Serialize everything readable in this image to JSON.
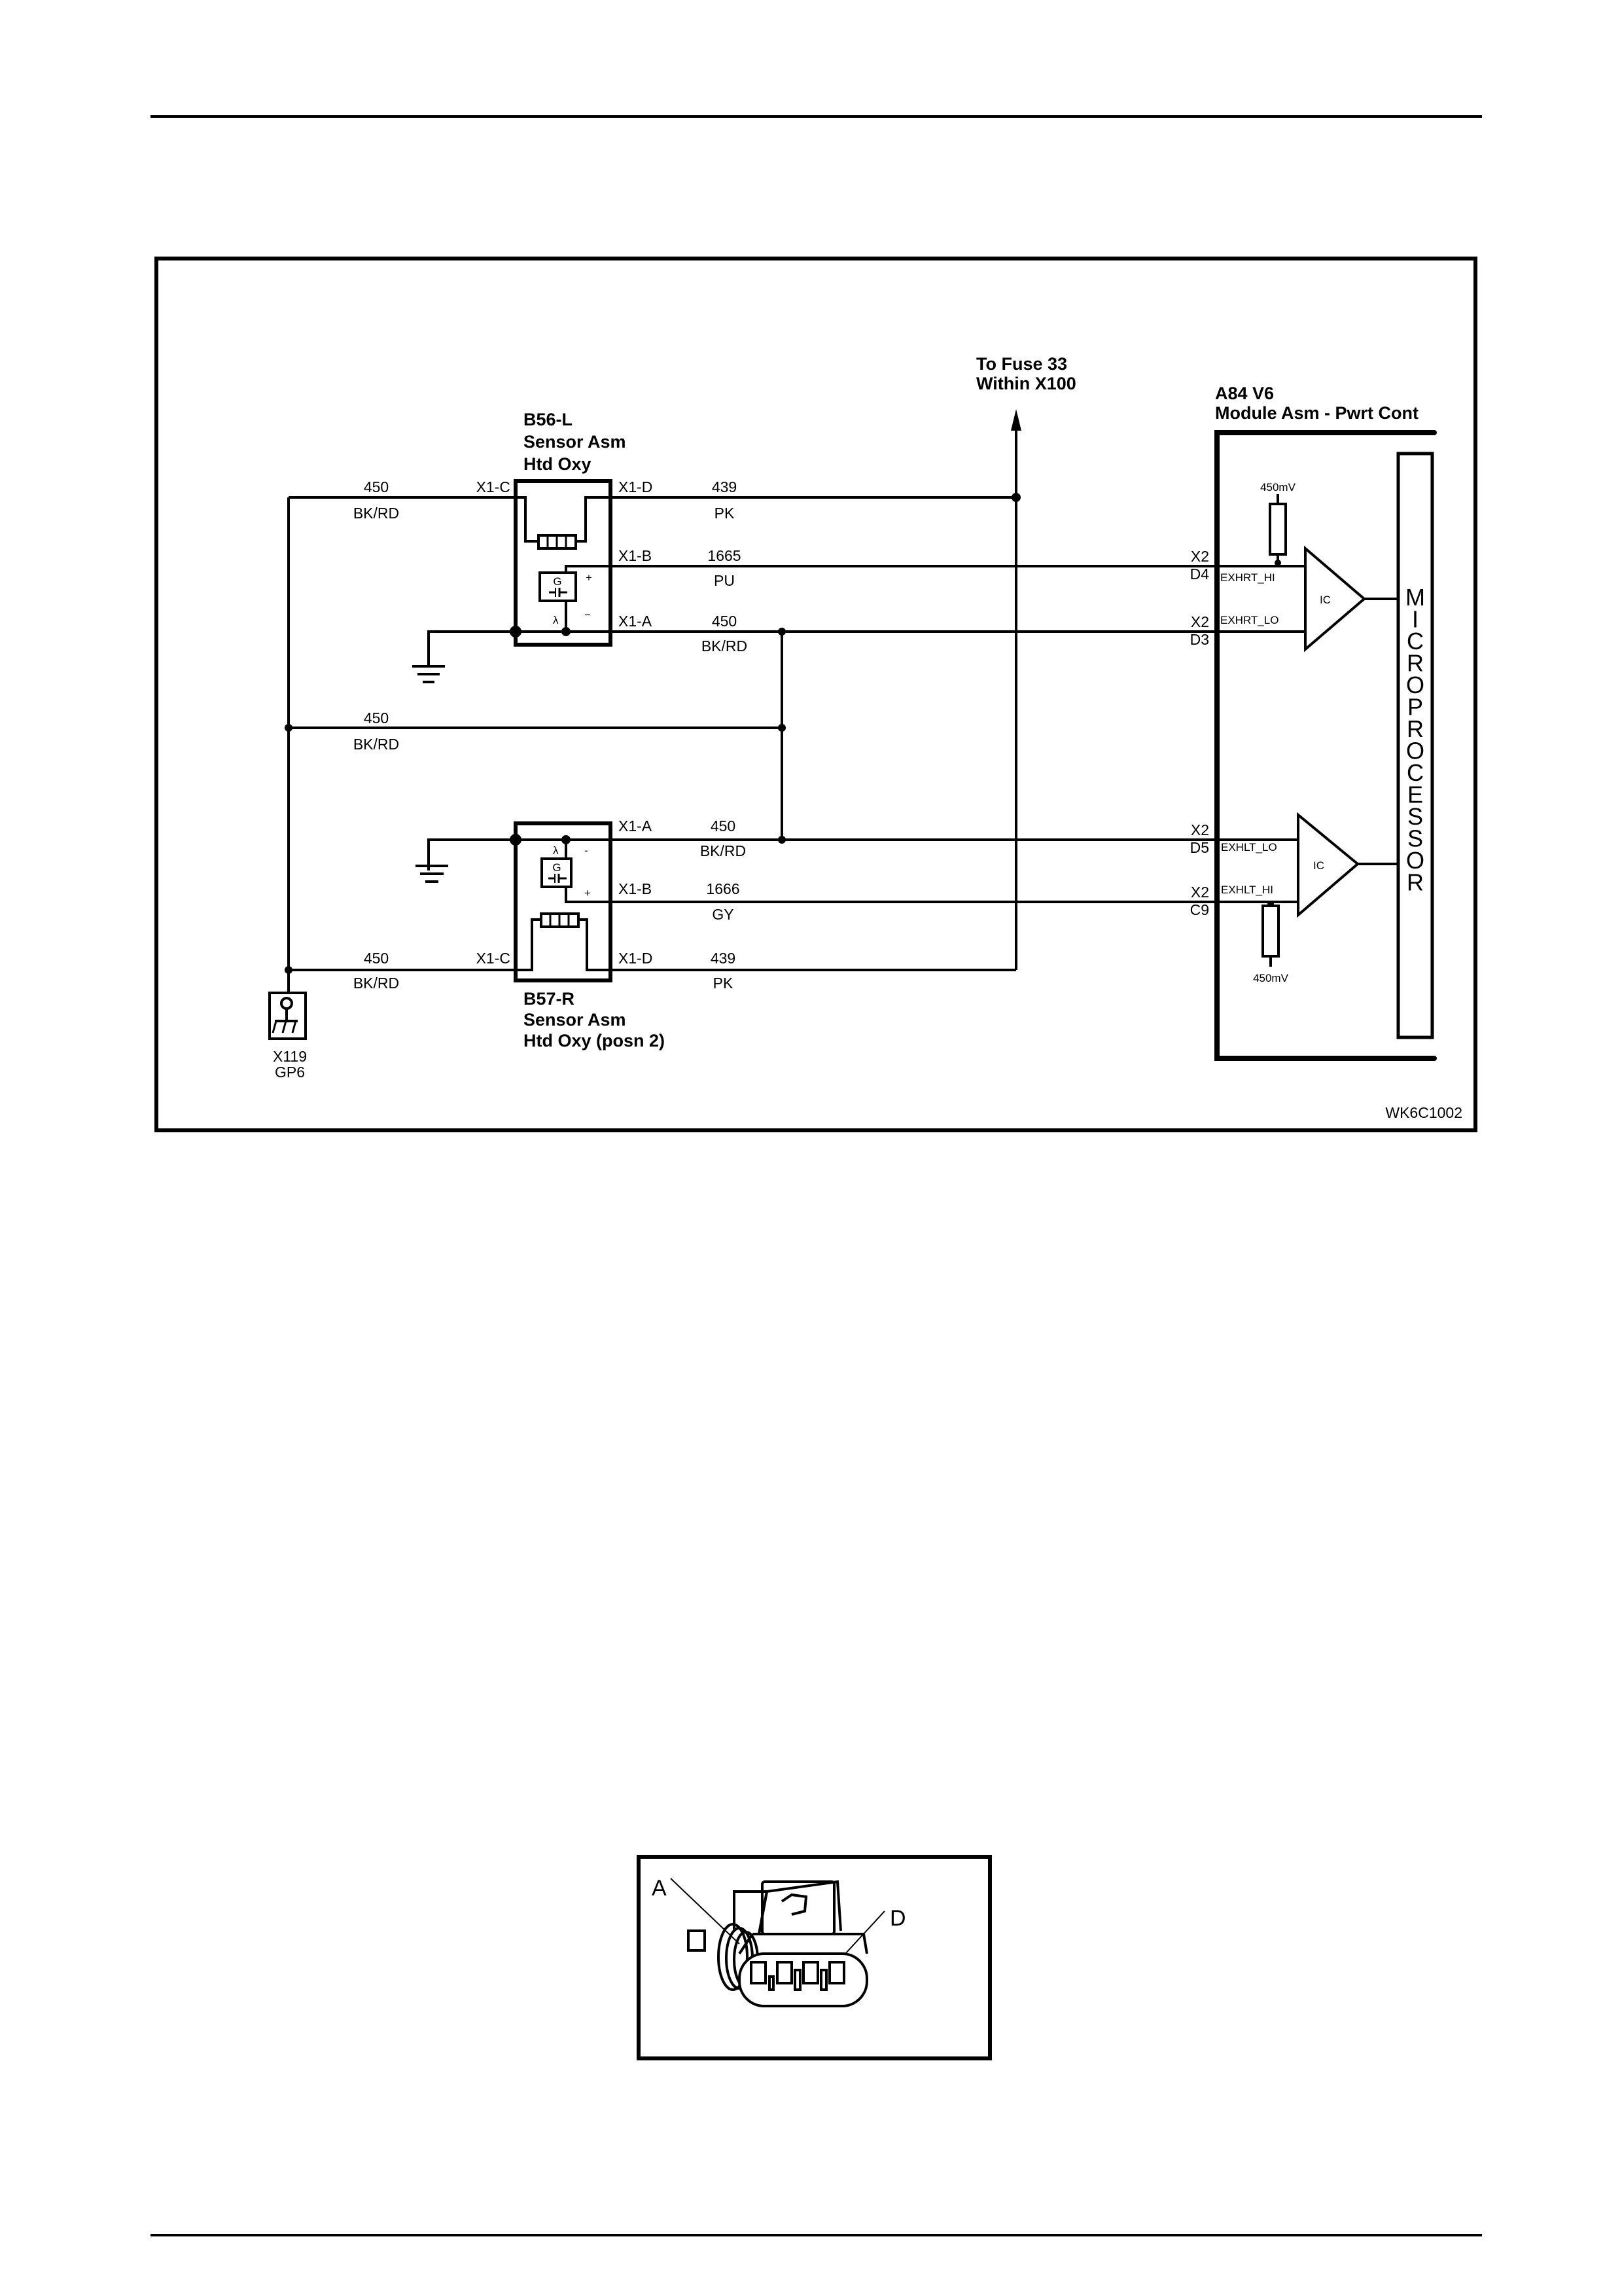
{
  "page": {
    "figure_id": "WK6C1002"
  },
  "fuse": {
    "line1": "To Fuse 33",
    "line2": "Within X100"
  },
  "module": {
    "line1": "A84  V6",
    "line2": "Module Asm - Pwrt Cont",
    "microprocessor_letters": [
      "M",
      "I",
      "C",
      "R",
      "O",
      "P",
      "R",
      "O",
      "C",
      "E",
      "S",
      "S",
      "O",
      "R"
    ],
    "upper_amp": {
      "label": "IC",
      "resistor_label": "450mV",
      "hi_pin": {
        "conn": "X2",
        "pin": "D4",
        "signal": "EXHRT_HI"
      },
      "lo_pin": {
        "conn": "X2",
        "pin": "D3",
        "signal": "EXHRT_LO"
      }
    },
    "lower_amp": {
      "label": "IC",
      "resistor_label": "450mV",
      "lo_pin": {
        "conn": "X2",
        "pin": "D5",
        "signal": "EXHLT_LO"
      },
      "hi_pin": {
        "conn": "X2",
        "pin": "C9",
        "signal": "EXHLT_HI"
      }
    }
  },
  "sensor_upper": {
    "line1": "B56-L",
    "line2": "Sensor Asm",
    "line3": "Htd Oxy",
    "element_letter": "G",
    "lambda": "λ",
    "plus": "+",
    "minus": "−",
    "pins": {
      "c": {
        "pin": "X1-C",
        "circuit": "450",
        "color": "BK/RD"
      },
      "d": {
        "pin": "X1-D",
        "circuit": "439",
        "color": "PK"
      },
      "b": {
        "pin": "X1-B",
        "circuit": "1665",
        "color": "PU"
      },
      "a": {
        "pin": "X1-A",
        "circuit": "450",
        "color": "BK/RD"
      }
    }
  },
  "middle_wire": {
    "circuit": "450",
    "color": "BK/RD"
  },
  "sensor_lower": {
    "line1": "B57-R",
    "line2": "Sensor Asm",
    "line3": "Htd Oxy (posn 2)",
    "element_letter": "G",
    "lambda": "λ",
    "plus": "+",
    "minus": "-",
    "pins": {
      "a": {
        "pin": "X1-A",
        "circuit": "450",
        "color": "BK/RD"
      },
      "b": {
        "pin": "X1-B",
        "circuit": "1666",
        "color": "GY"
      },
      "c": {
        "pin": "X1-C",
        "circuit": "450",
        "color": "BK/RD"
      },
      "d": {
        "pin": "X1-D",
        "circuit": "439",
        "color": "PK"
      }
    }
  },
  "ground_point": {
    "line1": "X119",
    "line2": "GP6"
  },
  "connector_view": {
    "label_a": "A",
    "label_d": "D"
  }
}
